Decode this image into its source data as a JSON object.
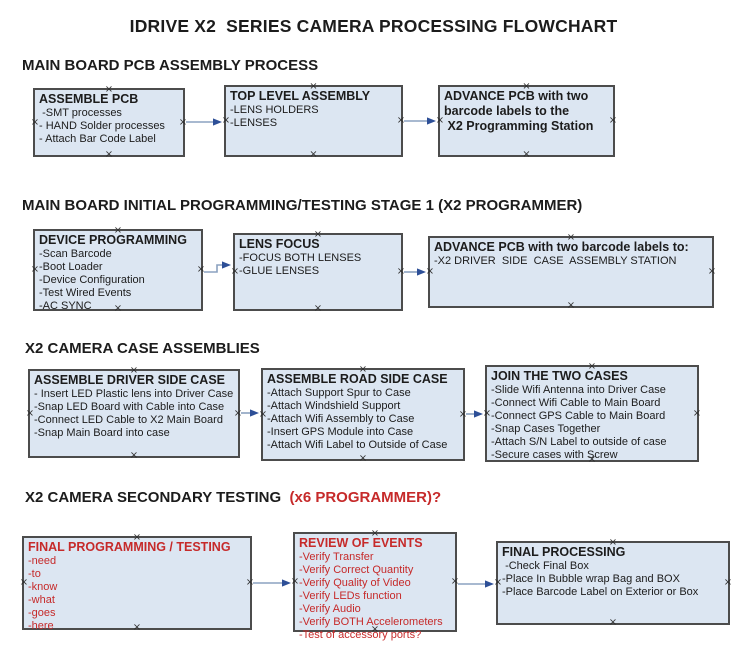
{
  "page_title": "IDRIVE X2  SERIES CAMERA PROCESSING FLOWCHART",
  "colors": {
    "box_fill": "#dce6f2",
    "box_border": "#4c4c4c",
    "arrow_line": "#8ba2c0",
    "arrow_head": "#2d4f97",
    "red_text": "#c62a2a",
    "black_text": "#1c1c1c"
  },
  "sections": [
    {
      "heading": "MAIN BOARD PCB ASSEMBLY PROCESS"
    },
    {
      "heading": "MAIN BOARD INITIAL PROGRAMMING/TESTING STAGE 1 (X2 PROGRAMMER)"
    },
    {
      "heading": "X2 CAMERA CASE ASSEMBLIES"
    },
    {
      "heading": "X2 CAMERA SECONDARY TESTING  ",
      "heading_red": "(x6 PROGRAMMER)?"
    }
  ],
  "boxes": [
    {
      "id": "assemble-pcb",
      "title": "ASSEMBLE PCB",
      "items": [
        " -SMT processes",
        "- HAND Solder processes",
        "- Attach Bar Code Label"
      ]
    },
    {
      "id": "top-level-assembly",
      "title": "TOP LEVEL ASSEMBLY",
      "items": [
        "-LENS HOLDERS",
        "-LENSES"
      ]
    },
    {
      "id": "advance-to-programming-station",
      "title": "ADVANCE PCB with two\nbarcode labels to the\n X2 Programming Station",
      "items": []
    },
    {
      "id": "device-programming",
      "title": "DEVICE PROGRAMMING",
      "items": [
        "-Scan Barcode",
        "-Boot Loader",
        "-Device Configuration",
        "-Test Wired Events",
        "-AC SYNC"
      ]
    },
    {
      "id": "lens-focus",
      "title": "LENS FOCUS",
      "items": [
        "-FOCUS BOTH LENSES",
        "-GLUE LENSES"
      ]
    },
    {
      "id": "advance-to-driver-side",
      "title": "ADVANCE PCB with two barcode labels to:",
      "items": [
        "-X2 DRIVER  SIDE  CASE  ASSEMBLY STATION"
      ]
    },
    {
      "id": "assemble-driver-side-case",
      "title": "ASSEMBLE DRIVER SIDE CASE",
      "items": [
        "- Insert LED Plastic lens into Driver Case",
        "-Snap LED Board with Cable into Case",
        "-Connect LED Cable to X2 Main Board",
        "-Snap Main Board into case"
      ]
    },
    {
      "id": "assemble-road-side-case",
      "title": "ASSEMBLE ROAD SIDE CASE",
      "items": [
        "-Attach Support Spur to Case",
        "-Attach Windshield Support",
        "-Attach Wifi Assembly to Case",
        "-Insert GPS Module into Case",
        "-Attach Wifi Label to Outside of Case"
      ]
    },
    {
      "id": "join-the-two-cases",
      "title": "JOIN THE TWO CASES",
      "items": [
        "-Slide Wifi Antenna into Driver Case",
        "-Connect Wifi Cable to Main Board",
        "-Connect GPS Cable to Main Board",
        "-Snap Cases Together",
        "-Attach S/N Label to outside of case",
        "-Secure cases with Screw"
      ]
    },
    {
      "id": "final-programming-testing",
      "title": "FINAL PROGRAMMING / TESTING",
      "color": "red",
      "items": [
        "-need",
        "-to",
        "-know",
        "-what",
        "-goes",
        "-here"
      ]
    },
    {
      "id": "review-of-events",
      "title": "REVIEW OF EVENTS",
      "color": "red",
      "items": [
        "-Verify Transfer",
        "-Verify Correct Quantity",
        "-Verify Quality of Video",
        "-Verify LEDs function",
        "-Verify Audio",
        "-Verify BOTH Accelerometers",
        "-Test of accessory ports?"
      ]
    },
    {
      "id": "final-processing",
      "title": "FINAL PROCESSING",
      "items": [
        " -Check Final Box",
        "-Place In Bubble wrap Bag and BOX",
        "-Place Barcode Label on Exterior or Box"
      ]
    }
  ],
  "connections": [
    {
      "from": "assemble-pcb",
      "to": "top-level-assembly"
    },
    {
      "from": "top-level-assembly",
      "to": "advance-to-programming-station"
    },
    {
      "from": "device-programming",
      "to": "lens-focus"
    },
    {
      "from": "lens-focus",
      "to": "advance-to-driver-side"
    },
    {
      "from": "assemble-driver-side-case",
      "to": "assemble-road-side-case"
    },
    {
      "from": "assemble-road-side-case",
      "to": "join-the-two-cases"
    },
    {
      "from": "final-programming-testing",
      "to": "review-of-events"
    },
    {
      "from": "review-of-events",
      "to": "final-processing"
    }
  ]
}
